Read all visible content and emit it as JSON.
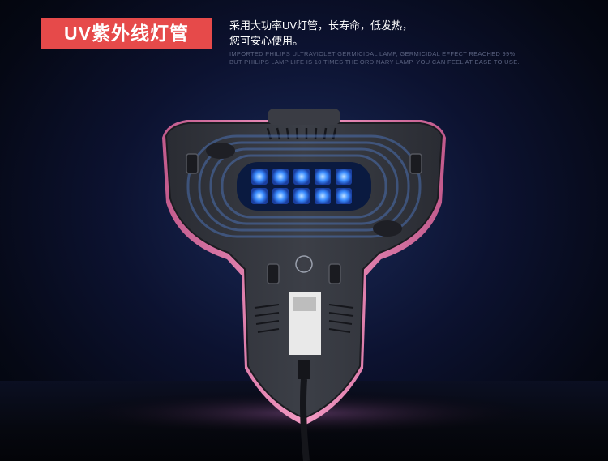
{
  "header": {
    "title": "UV紫外线灯管",
    "desc_cn_line1": "采用大功率UV灯管，长寿命，低发热，",
    "desc_cn_line2": "您可安心使用。",
    "desc_en_line1": "IMPORTED PHILIPS ULTRAVIOLET GERMICIDAL LAMP, GERMICIDAL EFFECT REACHED 99%.",
    "desc_en_line2": "BUT PHILIPS LAMP LIFE IS 10 TIMES THE ORDINARY LAMP, YOU CAN FEEL AT EASE TO USE."
  },
  "colors": {
    "badge": "#e64a4a",
    "uv_glow": "#3a8cff",
    "body_pink": "#e87fb0"
  },
  "icons": [
    "ccc-certification-mark",
    "uv-lamp",
    "wheel",
    "label-sticker"
  ]
}
